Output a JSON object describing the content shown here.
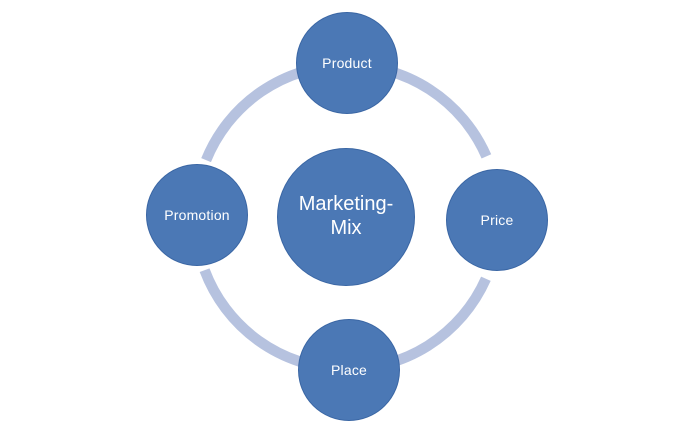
{
  "diagram": {
    "type": "cycle",
    "center": {
      "label": "Marketing-Mix"
    },
    "nodes": [
      {
        "label": "Product",
        "position": "top"
      },
      {
        "label": "Price",
        "position": "right"
      },
      {
        "label": "Place",
        "position": "bottom"
      },
      {
        "label": "Promotion",
        "position": "left"
      }
    ],
    "colors": {
      "node_fill": "#4b78b5",
      "node_border": "#3a66a4",
      "ring": "#b6c2df",
      "text": "#ffffff",
      "background": "#ffffff"
    }
  }
}
